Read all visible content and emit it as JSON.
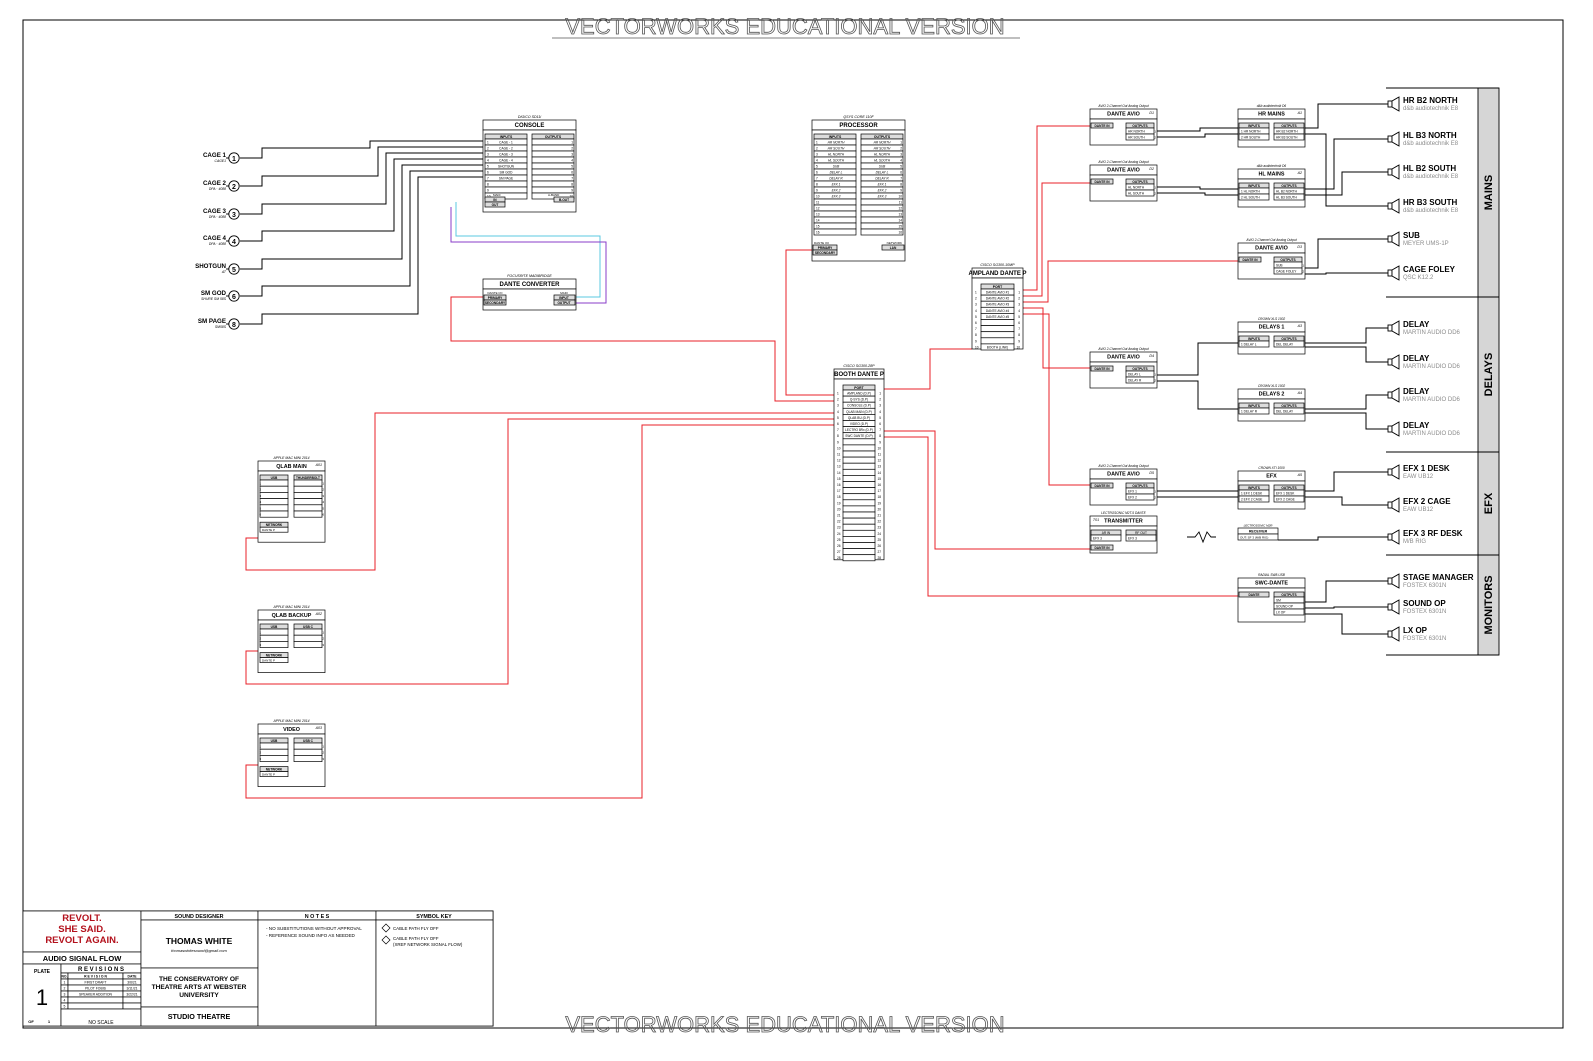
{
  "watermark": "VECTORWORKS EDUCATIONAL VERSION",
  "sources": [
    {
      "label": "CAGE 1",
      "sub": "CAGE1",
      "num": "1"
    },
    {
      "label": "CAGE 2",
      "sub": "DPA · 4088",
      "num": "2"
    },
    {
      "label": "CAGE 3",
      "sub": "DPA · 4088",
      "num": "3"
    },
    {
      "label": "CAGE 4",
      "sub": "DPA · 4088",
      "num": "4"
    },
    {
      "label": "SHOTGUN",
      "sub": "AT",
      "num": "5"
    },
    {
      "label": "SM GOD",
      "sub": "SHURE SM 58S",
      "num": "6"
    },
    {
      "label": "SM PAGE",
      "sub": "SM58S",
      "num": "8"
    }
  ],
  "console": {
    "model": "DIGICO SD11i",
    "title": "CONSOLE",
    "sub": "SD11i",
    "inputs_hdr": "INPUTS",
    "outputs_hdr": "OUTPUTS",
    "inputs": [
      "CAGE - 1",
      "CAGE - 2",
      "CAGE - 3",
      "CAGE - 4",
      "SHOTGUN",
      "SM GOD",
      "SM PAGE",
      ""
    ],
    "madi": "MADI",
    "aes": "A-BAND",
    "in": "IN",
    "out": "OUT",
    "bout": "B-OUT"
  },
  "dante_converter": {
    "model": "FOCUSRITE MADIBRIDGE",
    "title": "DANTE CONVERTER",
    "sub": "AES/MADI",
    "left_hdr": "DANTE I/O",
    "right_hdr": "MADI",
    "primary": "PRIMARY",
    "secondary": "SECONDARY",
    "input": "INPUT",
    "output": "OUTPUT"
  },
  "processor": {
    "model": "QSYS CORE 110F",
    "title": "PROCESSOR",
    "sub": "CORE110",
    "inputs_hdr": "INPUTS",
    "outputs_hdr": "OUTPUTS",
    "inputs": [
      "HR NORTH",
      "HR SOUTH",
      "HL NORTH",
      "HL SOUTH",
      "SUB",
      "DELAY L",
      "DELAY R",
      "EFX 1",
      "EFX 2",
      "EFX 3"
    ],
    "outputs": [
      "HR NORTH",
      "HR SOUTH",
      "HL NORTH",
      "HL SOUTH",
      "SUB",
      "DELAY L",
      "DELAY R",
      "EFX 1",
      "EFX 2",
      "EFX 3"
    ],
    "dante": "DANTE I/O",
    "network": "NETWORK",
    "primary": "PRIMARY",
    "secondary": "SECONDARY",
    "lan": "LAN"
  },
  "booth_dante": {
    "model": "CISCO SG300-28P",
    "title": "BOOTH DANTE P",
    "sub": "SG300",
    "port_hdr": "PORT",
    "ports": [
      "AMPLAND (D.P)",
      "Q-SYS (D.P)",
      "CONSOLE (D.P)",
      "QLAB MAIN (D.P)",
      "QLAB BU (D.P)",
      "VIDEO (D.P)",
      "LECTRO 8Rx (D.P)",
      "SWC DANTE (D.P)"
    ]
  },
  "ampland": {
    "model": "CISCO SG300-10MP",
    "title": "AMPLAND DANTE P",
    "sub": "SG300",
    "port_hdr": "PORT",
    "ports": [
      "DANTE AVIO #1",
      "DANTE AVIO #2",
      "DANTE AVIO #3",
      "DANTE AVIO #4",
      "DANTE AVIO #5",
      "",
      "",
      "",
      "",
      "BOOTH (LINK)"
    ]
  },
  "qlab_main": {
    "model": "APPLE MAC MINI 2014",
    "title": "QLAB MAIN",
    "tag": "A01",
    "left_hdr": "USB",
    "right_hdr": "THUNDERBOLT",
    "network": "NETWORK",
    "port": "DANTE P"
  },
  "qlab_backup": {
    "model": "APPLE MAC MINI 2014",
    "title": "QLAB BACKUP",
    "tag": "A02",
    "left_hdr": "USB",
    "right_hdr": "USB C",
    "network": "NETWORK",
    "port": "DANTE P"
  },
  "video": {
    "model": "APPLE MAC MINI 2014",
    "title": "VIDEO",
    "tag": "A03",
    "left_hdr": "USB",
    "right_hdr": "USB C",
    "network": "NETWORK",
    "port": "DANTE P"
  },
  "avio_boxes": [
    {
      "model": "AVIO 2-Channel Out Analog Output",
      "title": "DANTE AVIO",
      "tag": "D1",
      "in": "DANTE IN",
      "outs_hdr": "OUTPUTS",
      "outs": [
        "HR NORTH",
        "HR SOUTH"
      ]
    },
    {
      "model": "AVIO 2-Channel Out Analog Output",
      "title": "DANTE AVIO",
      "tag": "D2",
      "in": "DANTE IN",
      "outs_hdr": "OUTPUTS",
      "outs": [
        "HL NORTH",
        "HL SOUTH"
      ]
    },
    {
      "model": "AVIO 2-Channel Out Analog Output",
      "title": "DANTE AVIO",
      "tag": "D3",
      "in": "DANTE IN",
      "outs_hdr": "OUTPUTS",
      "outs": [
        "SUB",
        "CAGE FOLEY"
      ]
    },
    {
      "model": "AVIO 2-Channel Out Analog Output",
      "title": "DANTE AVIO",
      "tag": "D4",
      "in": "DANTE IN",
      "outs_hdr": "OUTPUTS",
      "outs": [
        "DELAY L",
        "DELAY R"
      ]
    },
    {
      "model": "AVIO 2-Channel Out Analog Output",
      "title": "DANTE AVIO",
      "tag": "D5",
      "in": "DANTE IN",
      "outs_hdr": "OUTPUTS",
      "outs": [
        "EFX 1",
        "EFX 2"
      ]
    }
  ],
  "transmitter": {
    "model": "LECTROSONIC M2T-5 DANTE",
    "title": "TRANSMITTER",
    "tag": "T01",
    "left_hdr": "AR IN",
    "right_hdr": "RF OUT",
    "in": "EFX 3",
    "out": "EFX 3",
    "dante": "DANTE IN"
  },
  "receiver": {
    "model": "LECTROSONIC M2R",
    "title": "RECEIVER",
    "out": "OUT: SF 3 (M/B RIG)"
  },
  "amps": [
    {
      "model": "d&b audiotechnik D6",
      "title": "HR MAINS",
      "tag": "A1",
      "in_hdr": "INPUTS",
      "out_hdr": "OUTPUTS",
      "ins": [
        "HR NORTH",
        "HR SOUTH"
      ],
      "outs": [
        "HR B2 NORTH",
        "HR B3 SOUTH"
      ]
    },
    {
      "model": "d&b audiotechnik D6",
      "title": "HL MAINS",
      "tag": "A2",
      "in_hdr": "INPUTS",
      "out_hdr": "OUTPUTS",
      "ins": [
        "HL NORTH",
        "HL SOUTH"
      ],
      "outs": [
        "HL B2 NORTH",
        "HL B3 SOUTH"
      ]
    },
    {
      "model": "CROWN XLS 1002",
      "title": "DELAYS 1",
      "tag": "A3",
      "in_hdr": "INPUTS",
      "out_hdr": "OUTPUTS",
      "ins": [
        "DELAY L"
      ],
      "outs": [
        "DEL DELAY"
      ]
    },
    {
      "model": "CROWN XLS 1002",
      "title": "DELAYS 2",
      "tag": "A4",
      "in_hdr": "INPUTS",
      "out_hdr": "OUTPUTS",
      "ins": [
        "DELAY R"
      ],
      "outs": [
        "DEL DELAY"
      ]
    },
    {
      "model": "CROWN XTI 1000",
      "title": "EFX",
      "tag": "A5",
      "in_hdr": "INPUTS",
      "out_hdr": "OUTPUTS",
      "ins": [
        "EFX 1 DESK",
        "EFX 2 CAGE"
      ],
      "outs": [
        "EFX 1 DESK",
        "EFX 2 CAGE"
      ]
    },
    {
      "model": "RADIAL SW8-USB",
      "title": "SWC-DANTE",
      "tag": "",
      "in_hdr": "DANTE",
      "out_hdr": "OUTPUTS",
      "ins": [],
      "outs": [
        "SM",
        "SOUND OP",
        "LX OP"
      ]
    }
  ],
  "speakers": [
    {
      "name": "HR B2 NORTH",
      "model": "d&b audiotechnik E8"
    },
    {
      "name": "HL B3 NORTH",
      "model": "d&b audiotechnik E8"
    },
    {
      "name": "HL B2 SOUTH",
      "model": "d&b audiotechnik E8"
    },
    {
      "name": "HR B3 SOUTH",
      "model": "d&b audiotechnik E8"
    },
    {
      "name": "SUB",
      "model": "MEYER UMS-1P"
    },
    {
      "name": "CAGE FOLEY",
      "model": "QSC K12.2"
    },
    {
      "name": "DELAY",
      "model": "MARTIN AUDIO DD6"
    },
    {
      "name": "DELAY",
      "model": "MARTIN AUDIO DD6"
    },
    {
      "name": "DELAY",
      "model": "MARTIN AUDIO DD6"
    },
    {
      "name": "DELAY",
      "model": "MARTIN AUDIO DD6"
    },
    {
      "name": "EFX 1 DESK",
      "model": "EAW UB12"
    },
    {
      "name": "EFX 2 CAGE",
      "model": "EAW UB12"
    },
    {
      "name": "EFX 3 RF DESK",
      "model": "M/B RIG"
    },
    {
      "name": "STAGE MANAGER",
      "model": "FOSTEX 6301N"
    },
    {
      "name": "SOUND OP",
      "model": "FOSTEX 6301N"
    },
    {
      "name": "LX OP",
      "model": "FOSTEX 6301N"
    }
  ],
  "zones": [
    "MAINS",
    "DELAYS",
    "EFX",
    "MONITORS"
  ],
  "title_block": {
    "logo": [
      "REVOLT.",
      "SHE SAID.",
      "REVOLT AGAIN."
    ],
    "sheet_title": "AUDIO SIGNAL FLOW",
    "plate_label": "PLATE",
    "plate": "1",
    "of": "OF",
    "of_total": "1",
    "revisions_hdr": "R E V I S I O N S",
    "rev_cols": [
      "NO.",
      "R E V I S I O N",
      "DATE"
    ],
    "revisions": [
      [
        "1",
        "FIRST DRAFT",
        "3/6/21"
      ],
      [
        "2",
        "PILOT FOBIS",
        "3/11/21"
      ],
      [
        "3",
        "SPEAKER ADDITION",
        "3/22/21"
      ],
      [
        "4",
        "",
        ""
      ],
      [
        "5",
        "",
        ""
      ]
    ],
    "scale": "NO SCALE",
    "designer_hdr": "SOUND DESIGNER",
    "designer": "THOMAS WHITE",
    "email": "thomaswhitesound@gmail.com",
    "school": "THE CONSERVATORY OF THEATRE ARTS AT WEBSTER UNIVERSITY",
    "venue": "STUDIO THEATRE",
    "notes_hdr": "N O T E S",
    "notes": [
      "- NO SUBSTITUTIONS WITHOUT APPROVAL",
      "- REFERENCE SOUND INFO AS NEEDED"
    ],
    "key_hdr": "SYMBOL KEY",
    "key": [
      "CABLE PATH FLY OFF",
      "CABLE PATH FLY OFF",
      "(XREF NETWORK SIGNAL FLOW)"
    ]
  },
  "colors": {
    "dante": "#e8202a",
    "cat_a": "#5bc8e0",
    "cat_b": "#8a3cc8",
    "line": "#000000",
    "zone": "#d6d6d6",
    "logo": "#b3111c",
    "gray": "#8c8c8c"
  }
}
